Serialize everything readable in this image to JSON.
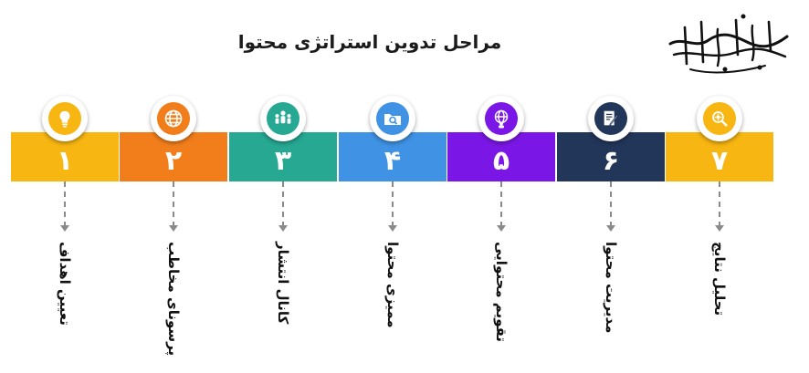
{
  "title": "مراحل تدوین استراتژی محتوا",
  "logo_text": "مرتضی دولتخواه طباطبایی",
  "stages": [
    {
      "number": "۱",
      "label": "تعیین اهداف",
      "color": "#F7B611",
      "icon": "lightbulb-icon"
    },
    {
      "number": "۲",
      "label": "پرسونای مخاطب",
      "color": "#F27E1B",
      "icon": "globe-icon"
    },
    {
      "number": "۳",
      "label": "کانال انتشار",
      "color": "#26A893",
      "icon": "people-icon"
    },
    {
      "number": "۴",
      "label": "ممیزی محتوا",
      "color": "#3F92E4",
      "icon": "folder-search-icon"
    },
    {
      "number": "۵",
      "label": "تقویم محتوایی",
      "color": "#7B17E6",
      "icon": "network-user-icon"
    },
    {
      "number": "۶",
      "label": "مدیریت محتوا",
      "color": "#22365A",
      "icon": "document-pen-icon"
    },
    {
      "number": "۷",
      "label": "تحلیل نتایج",
      "color": "#F7B611",
      "icon": "gear-search-icon"
    }
  ]
}
